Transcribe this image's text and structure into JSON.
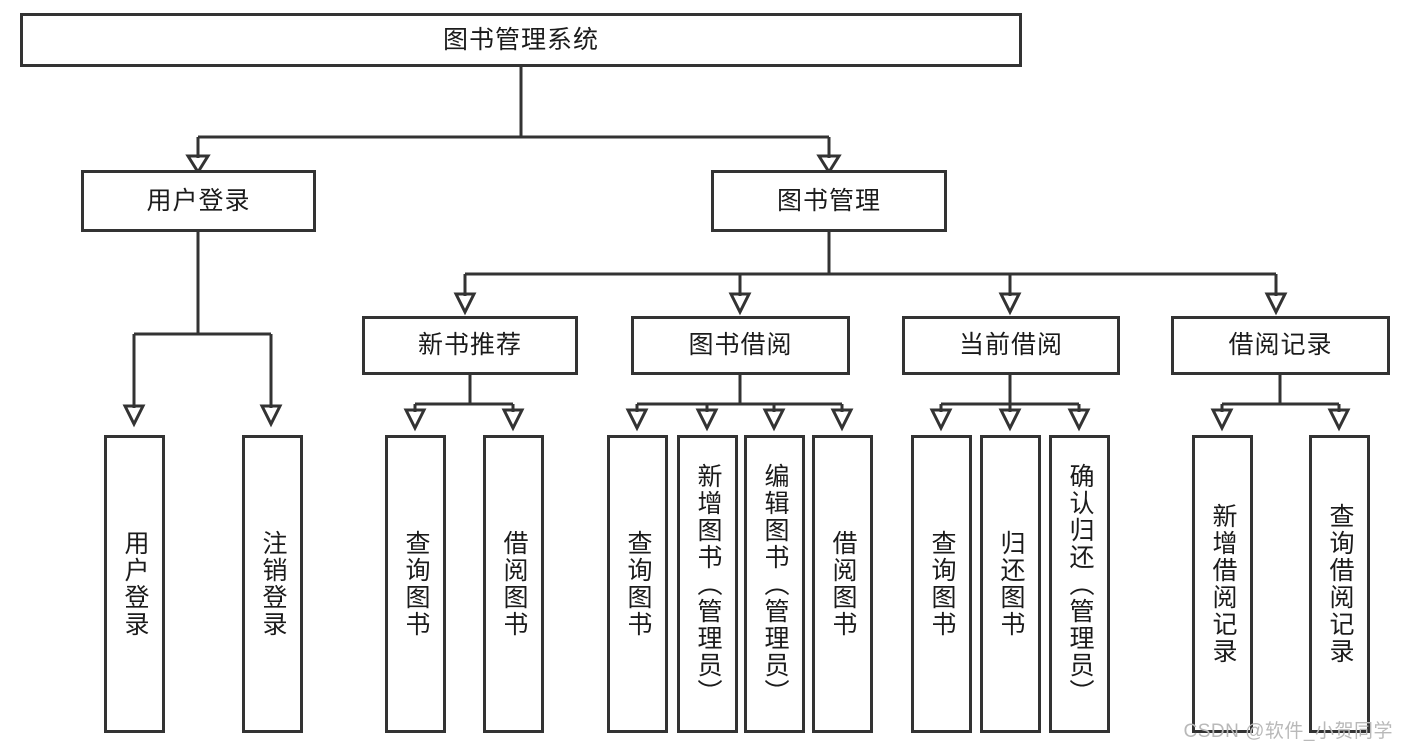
{
  "diagram": {
    "title": "图书管理系统",
    "root": {
      "label": "图书管理系统"
    },
    "level1": [
      {
        "label": "用户登录"
      },
      {
        "label": "图书管理"
      }
    ],
    "level2": [
      {
        "label": "新书推荐"
      },
      {
        "label": "图书借阅"
      },
      {
        "label": "当前借阅"
      },
      {
        "label": "借阅记录"
      }
    ],
    "leaves": {
      "user_login": [
        {
          "label": "用户登录"
        },
        {
          "label": "注销登录"
        }
      ],
      "new_book": [
        {
          "label": "查询图书"
        },
        {
          "label": "借阅图书"
        }
      ],
      "book_borrow": [
        {
          "label": "查询图书"
        },
        {
          "label": "新增图书（管理员）"
        },
        {
          "label": "编辑图书（管理员）"
        },
        {
          "label": "借阅图书"
        }
      ],
      "current_borrow": [
        {
          "label": "查询图书"
        },
        {
          "label": "归还图书"
        },
        {
          "label": "确认归还（管理员）"
        }
      ],
      "borrow_record": [
        {
          "label": "新增借阅记录"
        },
        {
          "label": "查询借阅记录"
        }
      ]
    }
  },
  "watermark": {
    "text": "CSDN @软件_小贺同学"
  },
  "colors": {
    "stroke": "#333333",
    "text": "#1b1b1b",
    "background": "#ffffff",
    "watermark": "#b9b9b9"
  }
}
